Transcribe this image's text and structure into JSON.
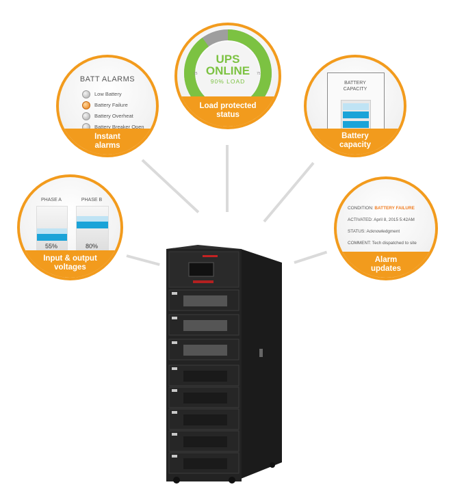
{
  "batt_alarms": {
    "title": "BATT ALARMS",
    "items": [
      {
        "label": "Low Battery",
        "active": false
      },
      {
        "label": "Battery Failure",
        "active": true
      },
      {
        "label": "Battery Overheat",
        "active": false
      },
      {
        "label": "Battery Breaker Open",
        "active": false
      }
    ],
    "band_label_1": "Instant",
    "band_label_2": "alarms"
  },
  "ups_status": {
    "line1": "UPS",
    "line2": "ONLINE",
    "load": "90% LOAD",
    "tick_left": "25",
    "tick_right": "75",
    "load_fraction": 0.9,
    "band_label_1": "Load protected",
    "band_label_2": "status"
  },
  "battery_capacity": {
    "title_1": "BATTERY",
    "title_2": "CAPACITY",
    "band_label_1": "Battery",
    "band_label_2": "capacity"
  },
  "voltages": {
    "phase_a_label": "PHASE A",
    "phase_b_label": "PHASE B",
    "phase_a_value": "55%",
    "phase_b_value": "80%",
    "phase_a_fraction": 0.55,
    "phase_b_fraction": 0.8,
    "band_label_1": "Input & output",
    "band_label_2": "voltages"
  },
  "alarm_updates": {
    "condition_label": "CONDITION:",
    "condition_value": "BATTERY FAILURE",
    "activated_label": "ACTIVATED:",
    "activated_value": "April 8, 2015 5:42AM",
    "status_label": "STATUS:",
    "status_value": "Acknowledgment",
    "comment_label": "COMMENT:",
    "comment_value": "Tech dispatched to site",
    "band_label_1": "Alarm",
    "band_label_2": "updates"
  },
  "colors": {
    "accent": "#f29b1d",
    "green": "#7cc242",
    "cyan": "#1aa3d8",
    "alert": "#f07d22"
  }
}
